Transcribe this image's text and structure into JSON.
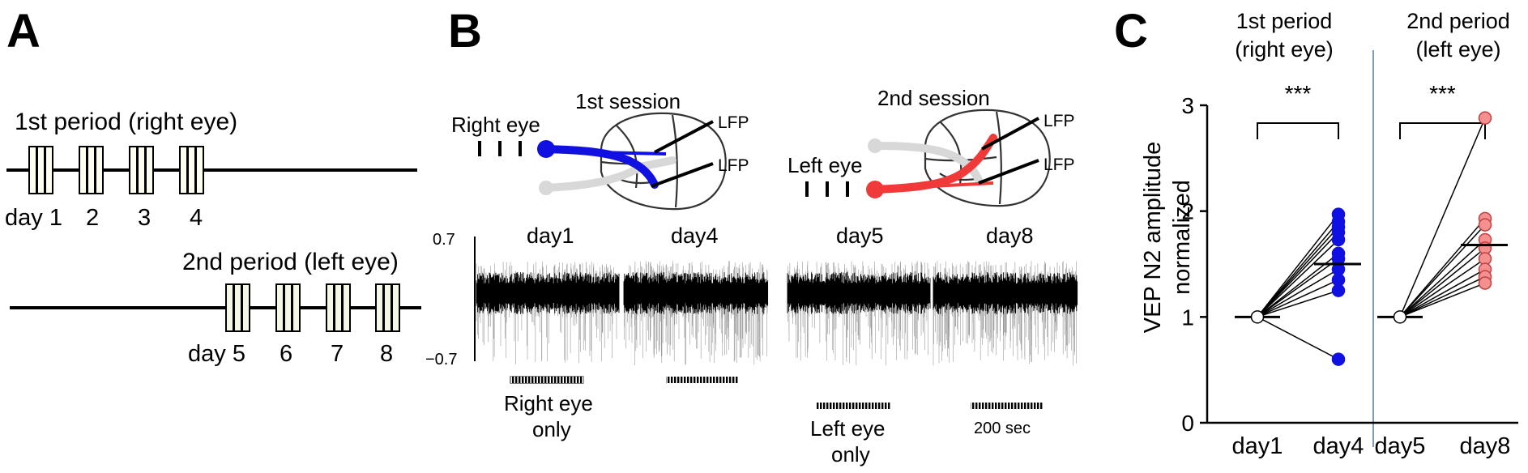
{
  "panels": {
    "a": {
      "letter": "A",
      "period1_label": "1st period (right eye)",
      "period1_days": [
        "day 1",
        "2",
        "3",
        "4"
      ],
      "period2_label": "2nd period (left eye)",
      "period2_days": [
        "day 5",
        "6",
        "7",
        "8"
      ]
    },
    "b": {
      "letter": "B",
      "session1": {
        "title": "1st session",
        "eye_label": "Right eye",
        "lfp_labels": [
          "LFP",
          "LFP"
        ],
        "pathway_color": "#1010e0",
        "days": [
          "day1",
          "day4"
        ],
        "stim_label": "Right eye\nonly"
      },
      "session2": {
        "title": "2nd session",
        "eye_label": "Left eye",
        "lfp_labels": [
          "LFP",
          "LFP"
        ],
        "pathway_color": "#f03a3a",
        "days": [
          "day5",
          "day8"
        ],
        "stim_label": "Left eye\nonly"
      },
      "scale_top": "0.7",
      "scale_bottom": "−0.7",
      "time_scale": "200 sec"
    },
    "c": {
      "letter": "C"
    }
  },
  "chart_data": {
    "type": "scatter",
    "ylabel_line1": "VEP N2 amplitude",
    "ylabel_line2": "normalized",
    "ylim": [
      0,
      3
    ],
    "yticks": [
      "0",
      "1",
      "2",
      "3"
    ],
    "groups": [
      {
        "header_line1": "1st period",
        "header_line2": "(right eye)",
        "categories": [
          "day1",
          "day4"
        ],
        "significance": "***",
        "color": "#1010e0",
        "baseline": 1,
        "mean_after": 1.5,
        "after_values": [
          1.97,
          1.9,
          1.85,
          1.8,
          1.73,
          1.6,
          1.55,
          1.45,
          1.35,
          1.25,
          0.6
        ]
      },
      {
        "header_line1": "2nd period",
        "header_line2": "(left eye)",
        "categories": [
          "day5",
          "day8"
        ],
        "significance": "***",
        "color": "#f59090",
        "baseline": 1,
        "mean_after": 1.68,
        "after_values": [
          2.88,
          1.93,
          1.87,
          1.73,
          1.65,
          1.55,
          1.45,
          1.38,
          1.32
        ]
      }
    ]
  }
}
